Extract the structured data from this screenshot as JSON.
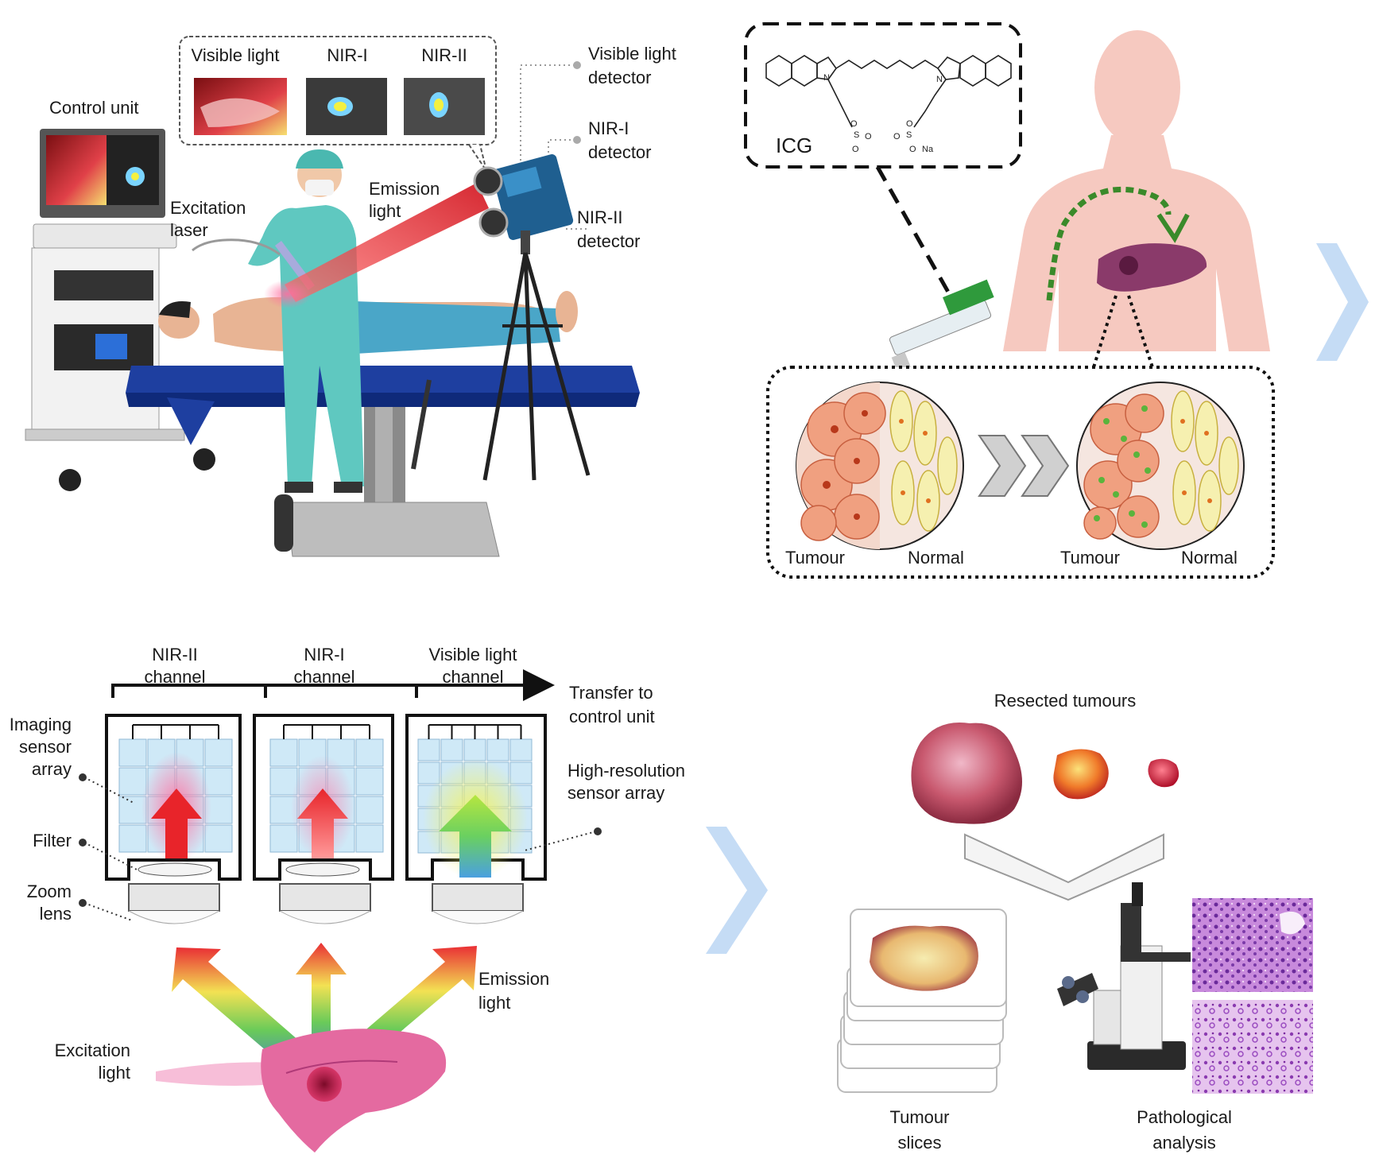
{
  "panel_a": {
    "preview_labels": [
      "Visible light",
      "NIR-I",
      "NIR-II"
    ],
    "control_unit": "Control unit",
    "excitation_laser": [
      "Excitation",
      "laser"
    ],
    "emission_light": [
      "Emission",
      "light"
    ],
    "visible_detector": [
      "Visible light",
      "detector"
    ],
    "nir1_detector": [
      "NIR-I",
      "detector"
    ],
    "nir2_detector": [
      "NIR-II",
      "detector"
    ]
  },
  "panel_b": {
    "probe": "ICG",
    "probe_formula_labels": [
      "N",
      "N",
      "S",
      "O",
      "O",
      "O",
      "S",
      "O",
      "O",
      "O",
      "Na"
    ],
    "micro_labels": [
      "Tumour",
      "Normal",
      "Tumour",
      "Normal"
    ]
  },
  "panel_c": {
    "channels": [
      [
        "NIR-II",
        "channel"
      ],
      [
        "NIR-I",
        "channel"
      ],
      [
        "Visible light",
        "channel"
      ]
    ],
    "transfer": [
      "Transfer to",
      "control unit"
    ],
    "imaging_sensor": [
      "Imaging",
      "sensor",
      "array"
    ],
    "filter": "Filter",
    "zoom_lens": [
      "Zoom",
      "lens"
    ],
    "hires_sensor": [
      "High-resolution",
      "sensor array"
    ],
    "emission_light": [
      "Emission",
      "light"
    ],
    "excitation_light": [
      "Excitation",
      "light"
    ]
  },
  "panel_d": {
    "resected": "Resected tumours",
    "slices": [
      "Tumour",
      "slices"
    ],
    "pathology": [
      "Pathological",
      "analysis"
    ]
  },
  "colors": {
    "nir_beam": "#e8242a",
    "scrubs": "#5fc8c0",
    "table": "#1e3fa0",
    "body_skin": "#f6c9c0",
    "tumour_cell": "#f0a080",
    "normal_cell": "#f6f0b0",
    "icg_dots": "#5ab43c",
    "arrow_blue": "#c5dcf5",
    "sensor_blue": "#cfe9f7",
    "liver": "#e46aa0",
    "histology": "#b75ec8"
  },
  "icons": [
    "control-unit-cart-icon",
    "surgeon-icon",
    "patient-icon",
    "camera-detector-icon",
    "syringe-icon",
    "liver-icon",
    "microscope-icon"
  ]
}
